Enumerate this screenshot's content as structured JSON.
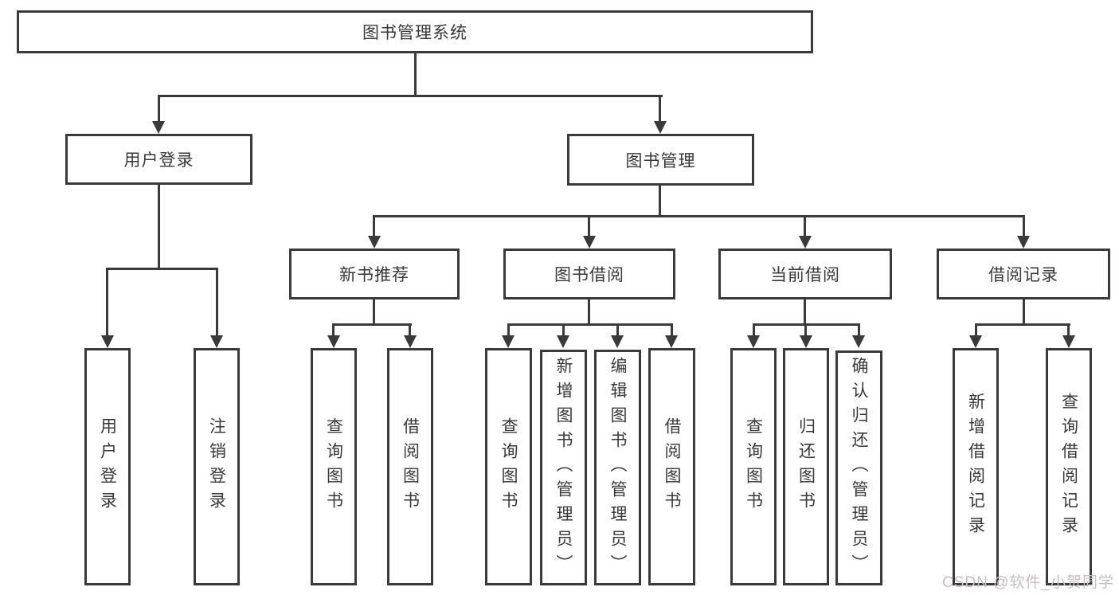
{
  "tree": {
    "root": {
      "label": "图书管理系统"
    },
    "branches": [
      {
        "label": "用户登录",
        "children": [
          {
            "label": "用户登录"
          },
          {
            "label": "注销登录"
          }
        ]
      },
      {
        "label": "图书管理",
        "children": [
          {
            "label": "新书推荐",
            "children": [
              {
                "label": "查询图书"
              },
              {
                "label": "借阅图书"
              }
            ]
          },
          {
            "label": "图书借阅",
            "children": [
              {
                "label": "查询图书"
              },
              {
                "label": "新增图书（管理员）"
              },
              {
                "label": "编辑图书（管理员）"
              },
              {
                "label": "借阅图书"
              }
            ]
          },
          {
            "label": "当前借阅",
            "children": [
              {
                "label": "查询图书"
              },
              {
                "label": "归还图书"
              },
              {
                "label": "确认归还（管理员）"
              }
            ]
          },
          {
            "label": "借阅记录",
            "children": [
              {
                "label": "新增借阅记录"
              },
              {
                "label": "查询借阅记录"
              }
            ]
          }
        ]
      }
    ]
  },
  "watermark": {
    "text": "CSDN @软件_小贺同学"
  },
  "colors": {
    "line": "#3a3a3a",
    "text": "#383838",
    "watermark": "#c9bfbf",
    "background": "#ffffff"
  }
}
